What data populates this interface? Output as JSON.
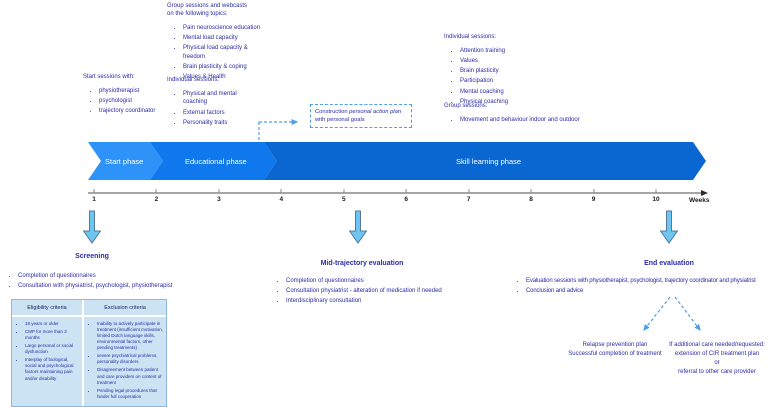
{
  "colors": {
    "text": "#2B2BA8",
    "phase1": "#2E93F9",
    "phase2": "#0F78EC",
    "phase3": "#0A66D0",
    "arrowfill": "#6CC6F0",
    "arrowstroke": "#55789B",
    "dashed": "#4E9FE8",
    "tablefill": "#CBE3F2",
    "tableborder": "#8FB8DC",
    "axis": "#A6A6A6"
  },
  "top_notes": {
    "start_sessions": {
      "title": "Start sessions with:",
      "items": [
        "physiotherapist",
        "psychologist",
        "trajectory coordinator"
      ]
    },
    "group_webcasts": {
      "title": "Group sessions and webcasts\non the following topics:",
      "items": [
        "Pain neuroscience education",
        "Mental load capacity",
        "Physical load capacity & freedom",
        "Brain plasticity & coping",
        "Values & Health"
      ]
    },
    "individual_educational": {
      "title": "Individual sessions:",
      "items": [
        "Physical and mental coaching",
        "External factors",
        "Personality traits"
      ]
    },
    "individual_skill": {
      "title": "Individual sessions:",
      "items": [
        "Attention training",
        "Values",
        "Brain plasticity",
        "Participation",
        "Mental coaching",
        "Physical coaching"
      ]
    },
    "group_skill": {
      "title": "Group sessions:",
      "items": [
        "Movement and behaviour indoor and outdoor"
      ]
    },
    "action_plan_box": {
      "line1_prefix": "Construction ",
      "line1_italic": "personal action plan",
      "line2": "with personal goals"
    }
  },
  "phases": [
    {
      "label": "Start phase"
    },
    {
      "label": "Educational phase"
    },
    {
      "label": "Skill learning phase"
    }
  ],
  "timeline": {
    "weeks": [
      "1",
      "2",
      "3",
      "4",
      "5",
      "6",
      "7",
      "8",
      "9",
      "10"
    ],
    "axis_label": "Weeks"
  },
  "sections": {
    "screening": {
      "title": "Screening",
      "items": [
        "Completion of questionnaires",
        "Consultation with physiatrist, psychologist, physiotherapist"
      ]
    },
    "mid": {
      "title": "Mid-trajectory evaluation",
      "items": [
        "Completion of questionnaires",
        "Consultation physiatrist - alteration of medication if needed",
        "Interdisciplinary consultation"
      ]
    },
    "end": {
      "title": "End evaluation",
      "items": [
        "Evaluation sessions with physiotherapist, psychologist, trajectory coordinator and physiatrist",
        "Conclusion and advice"
      ]
    }
  },
  "criteria_table": {
    "headers": [
      "Eligibility criteria",
      "Exclusion criteria"
    ],
    "eligibility": [
      "18 years or older",
      "CMP for more than 3 months",
      "Large personal or social dysfunction",
      "Interplay of biological, social and psychological factors maintaining pain and/or disability"
    ],
    "exclusion": [
      "Inability to actively participate in treatment (insufficient motivation, limited Dutch language skills, environmental factors, other pending treatments)",
      "severe psychiatrical problems, personality disorders",
      "Disagreement between patient and care providers on content of treatment",
      "Pending legal procedures that hinder full cooperation"
    ]
  },
  "outcomes": {
    "left": [
      "Relapse prevention plan",
      "Successful completion of treatment"
    ],
    "right": [
      "If additional care needed/requested:",
      "extension of CIR treatment plan",
      "or",
      "referral to other care provider"
    ]
  }
}
